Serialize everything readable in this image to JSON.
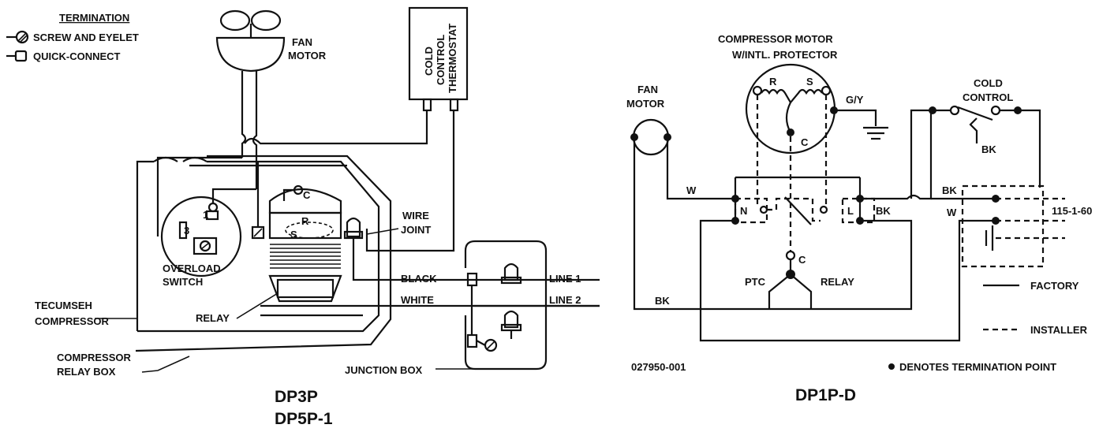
{
  "legend": {
    "title": "TERMINATION",
    "screw": "SCREW AND EYELET",
    "quick": "QUICK-CONNECT"
  },
  "left": {
    "fan_motor": [
      "FAN",
      "MOTOR"
    ],
    "thermostat": [
      "COLD",
      "CONTROL",
      "THERMOSTAT"
    ],
    "wire_joint": [
      "WIRE",
      "JOINT"
    ],
    "overload": [
      "OVERLOAD",
      "SWITCH"
    ],
    "terminal_1": "1",
    "terminal_3": "3",
    "terminal_c": "C",
    "terminal_r": "R",
    "terminal_s": "S",
    "compressor": [
      "TECUMSEH",
      "COMPRESSOR"
    ],
    "relay": "RELAY",
    "relay_box": [
      "COMPRESSOR",
      "RELAY BOX"
    ],
    "black": "BLACK",
    "white": "WHITE",
    "line1": "LINE 1",
    "line2": "LINE 2",
    "junction_box": "JUNCTION BOX",
    "model": [
      "DP3P",
      "DP5P-1"
    ]
  },
  "right": {
    "compressor_motor": [
      "COMPRESSOR MOTOR",
      "W/INTL. PROTECTOR"
    ],
    "fan_motor": [
      "FAN",
      "MOTOR"
    ],
    "terminal_r": "R",
    "terminal_s": "S",
    "terminal_c": "C",
    "terminal_c2": "C",
    "gy": "G/Y",
    "cold_control": [
      "COLD",
      "CONTROL"
    ],
    "bk": "BK",
    "w": "W",
    "n": "N",
    "l": "L",
    "ptc": "PTC",
    "relay": "RELAY",
    "supply": "115-1-60",
    "factory": "FACTORY",
    "installer": "INSTALLER",
    "termination_note": "DENOTES TERMINATION POINT",
    "part_number": "027950-001",
    "model": "DP1P-D"
  }
}
